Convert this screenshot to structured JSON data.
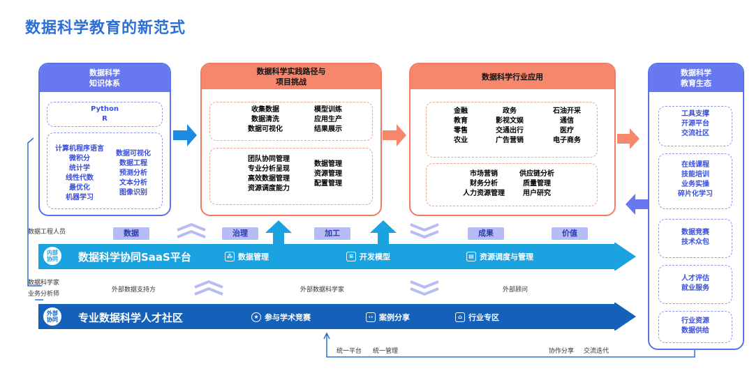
{
  "title": "数据科学教育的新范式",
  "knowledge": {
    "head": [
      "数据科学",
      "知识体系"
    ],
    "langs": [
      "Python",
      "R"
    ],
    "left": [
      "计算机程序语言",
      "微积分",
      "统计学",
      "线性代数",
      "最优化",
      "机器学习"
    ],
    "right": [
      "数据可视化",
      "数据工程",
      "预测分析",
      "文本分析",
      "图像识别"
    ]
  },
  "practice": {
    "head": [
      "数据科学实践路径与",
      "项目挑战"
    ],
    "box1_left": [
      "收集数据",
      "数据清洗",
      "数据可视化"
    ],
    "box1_right": [
      "模型训练",
      "应用生产",
      "结果展示"
    ],
    "box2_left": [
      "团队协同管理",
      "专业分析呈现",
      "高效数据管理",
      "资源调度能力"
    ],
    "box2_right": [
      "数据管理",
      "资源管理",
      "配置管理"
    ]
  },
  "industry": {
    "head": "数据科学行业应用",
    "col1": [
      "金融",
      "教育",
      "零售",
      "农业"
    ],
    "col2": [
      "政务",
      "影视文娱",
      "交通出行",
      "广告营销"
    ],
    "col3": [
      "石油开采",
      "通信",
      "医疗",
      "电子商务"
    ],
    "box2_left": [
      "市场营销",
      "财务分析",
      "人力资源管理"
    ],
    "box2_right": [
      "供应链分析",
      "质量管理",
      "用户研究"
    ]
  },
  "ecology": {
    "head": [
      "数据科学",
      "教育生态"
    ],
    "groups": [
      [
        "工具支撑",
        "开源平台",
        "交流社区"
      ],
      [
        "在线课程",
        "技能培训",
        "业务实操",
        "碎片化学习"
      ],
      [
        "数据竞赛",
        "技术众包"
      ],
      [
        "人才评估",
        "就业服务"
      ],
      [
        "行业资源",
        "数据供给"
      ]
    ]
  },
  "tags": [
    "数据",
    "治理",
    "加工",
    "成果",
    "价值"
  ],
  "labels": {
    "engineer": "数据工程人员",
    "scientist": "数据科学家",
    "analyst": "业务分析师",
    "ext_data": "外部数据支持方",
    "ext_scientist": "外部数据科学家",
    "ext_advisor": "外部顾问",
    "unify_platform": "统一平台",
    "unify_manage": "统一管理",
    "collab_share": "协作分享",
    "exchange": "交流迭代"
  },
  "band_inner": {
    "badge": [
      "内部",
      "协同"
    ],
    "title": "数据科学协同SaaS平台",
    "items": [
      "数据管理",
      "开发模型",
      "资源调度与管理"
    ],
    "color": "#1aa3e0"
  },
  "band_outer": {
    "badge": [
      "外部",
      "协同"
    ],
    "title": "专业数据科学人才社区",
    "items": [
      "参与学术竞赛",
      "案例分享",
      "行业专区"
    ],
    "color": "#1560b8"
  }
}
